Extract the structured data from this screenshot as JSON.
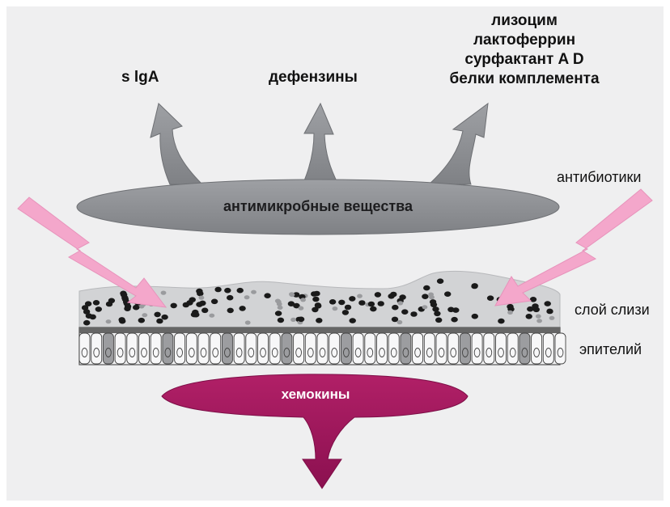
{
  "labels": {
    "siga": "s lgA",
    "defensins": "дефензины",
    "right_stack": [
      "лизоцим",
      "лактоферрин",
      "сурфактант A D",
      "белки комплемента"
    ],
    "antimicrobial": "антимикробные вещества",
    "antibiotics": "антибиотики",
    "mucus": "слой слизи",
    "epithelium": "эпителий",
    "chemokines": "хемокины"
  },
  "colors": {
    "background": "#efeff0",
    "gray_shape": "#8e9094",
    "pink_arrow": "#f4a7cb",
    "chemokine": "#a3195b",
    "mucus": "#d2d3d5",
    "dot_dark": "#1a1a1a",
    "dot_light": "#9a9b9e"
  }
}
